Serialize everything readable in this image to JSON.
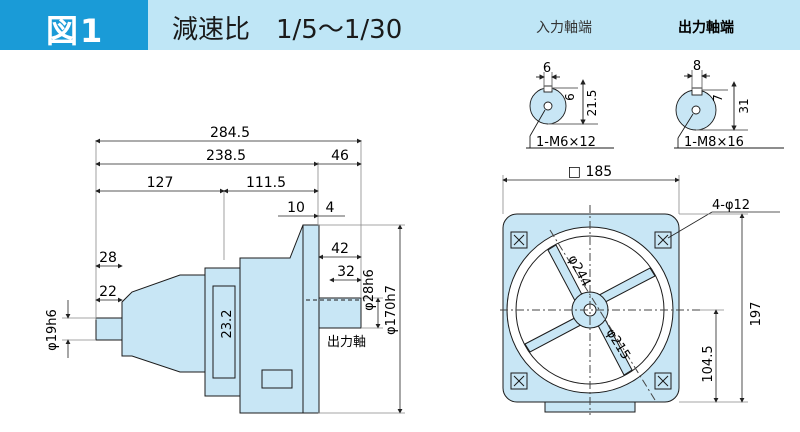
{
  "header": {
    "figure_label": "図1",
    "title": "減速比　1/5～1/30",
    "input_shaft_end": "入力軸端",
    "output_shaft_end": "出力軸端"
  },
  "side_view": {
    "dims": {
      "total_length": "284.5",
      "body_length": "238.5",
      "shaft_length": "46",
      "left_part": "127",
      "right_part": "111.5",
      "flange_thickness": "10",
      "flange_offset": "4",
      "dim_28": "28",
      "dim_22": "22",
      "dim_42": "42",
      "dim_32": "32",
      "dim_23_2": "23.2",
      "input_shaft_dia": "φ19h6",
      "output_shaft_dia": "φ28h6",
      "spigot_dia": "φ170h7"
    },
    "output_shaft_label": "出力軸"
  },
  "input_shaft_detail": {
    "dim_width": "6",
    "dim_key_depth": "6",
    "dim_height": "21.5",
    "tap": "1-M6×12"
  },
  "output_shaft_detail": {
    "dim_width": "8",
    "dim_key_depth": "7",
    "dim_height": "31",
    "tap": "1-M8×16"
  },
  "front_view": {
    "square": "□ 185",
    "bolt_holes": "4-φ12",
    "pcd": "φ244",
    "spigot": "φ215",
    "height_total": "197",
    "center_height": "104.5"
  },
  "colors": {
    "tab_blue": "#1a9bd7",
    "header_light": "#bfe6f6",
    "body_fill": "#c8e6f5",
    "outline": "#1b1b1b",
    "dim_line": "#222222"
  }
}
